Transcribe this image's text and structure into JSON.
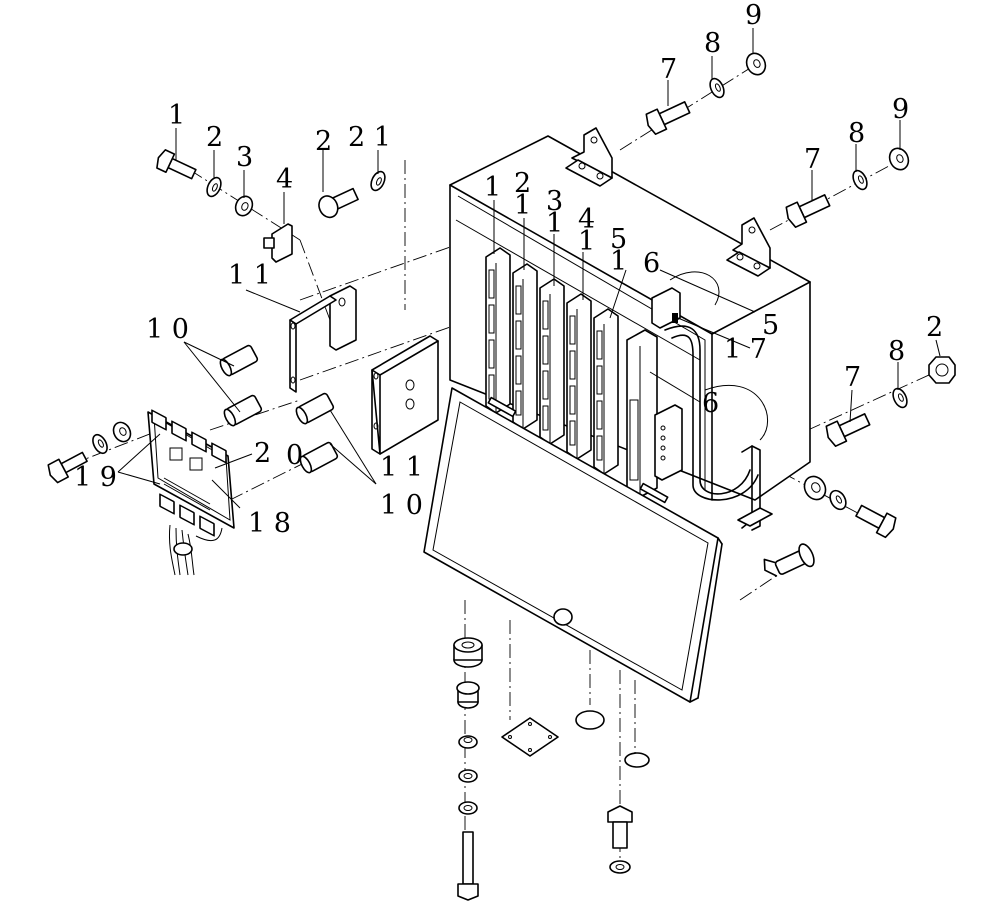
{
  "callouts": [
    {
      "text": "1"
    },
    {
      "text": "2"
    },
    {
      "text": "3"
    },
    {
      "text": "4"
    },
    {
      "text": "2"
    },
    {
      "text": "2 1"
    },
    {
      "text": "1 1"
    },
    {
      "text": "1 0"
    },
    {
      "text": "7"
    },
    {
      "text": "8"
    },
    {
      "text": "9"
    },
    {
      "text": "7"
    },
    {
      "text": "8"
    },
    {
      "text": "9"
    },
    {
      "text": "1"
    },
    {
      "text": "2"
    },
    {
      "text": "1"
    },
    {
      "text": "3"
    },
    {
      "text": "1"
    },
    {
      "text": "4"
    },
    {
      "text": "1"
    },
    {
      "text": "5"
    },
    {
      "text": "1"
    },
    {
      "text": "6"
    },
    {
      "text": "5"
    },
    {
      "text": "1 7"
    },
    {
      "text": "2"
    },
    {
      "text": "8"
    },
    {
      "text": "7"
    },
    {
      "text": "6"
    },
    {
      "text": "2"
    },
    {
      "text": "0"
    },
    {
      "text": "1 1"
    },
    {
      "text": "1 0"
    },
    {
      "text": "1 9"
    },
    {
      "text": "1 8"
    }
  ]
}
